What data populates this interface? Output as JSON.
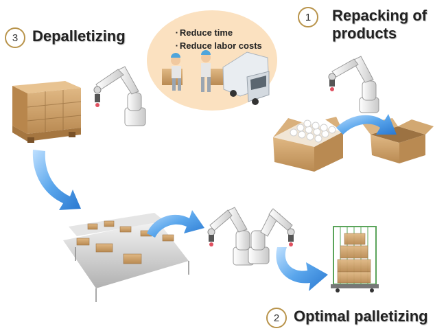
{
  "steps": [
    {
      "number": "1",
      "title_line1": "Repacking of",
      "title_line2": "products"
    },
    {
      "number": "2",
      "title": "Optimal palletizing"
    },
    {
      "number": "3",
      "title": "Depalletizing"
    }
  ],
  "benefits": [
    "Reduce time",
    "Reduce labor costs"
  ],
  "colors": {
    "arrow_blue": "#3d8fe0",
    "cardboard": "#c99a62",
    "bubble": "#fbe1c0",
    "circle_border": "#b8934a"
  },
  "icons": [
    "robot-arm-icon",
    "cardboard-box-icon",
    "pallet-icon",
    "conveyor-icon",
    "truck-icon",
    "worker-icon",
    "roll-cage-icon",
    "curved-arrow-icon"
  ]
}
